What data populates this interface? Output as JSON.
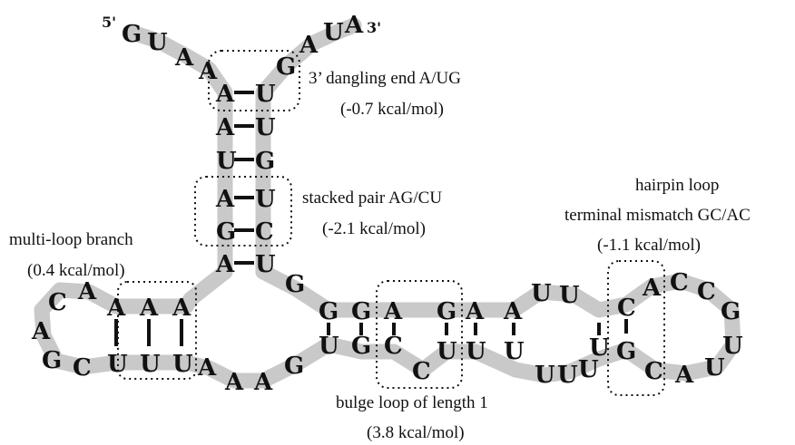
{
  "ends": {
    "five_prime": "5'",
    "three_prime": "3'"
  },
  "sequence": {
    "five_tail": [
      "G",
      "U",
      "A",
      "A"
    ],
    "stem1_left": [
      "A",
      "A",
      "U",
      "A",
      "G",
      "A"
    ],
    "stem1_right": [
      "U",
      "U",
      "G",
      "U",
      "C",
      "U"
    ],
    "three_tail": [
      "G",
      "A",
      "U",
      "A"
    ],
    "left_hairpin_top": [
      "A",
      "A",
      "A"
    ],
    "left_hairpin_bottom": [
      "U",
      "U",
      "U"
    ],
    "left_loop": [
      "C",
      "A",
      "A",
      "G",
      "C"
    ],
    "multiloop_bottom": [
      "A",
      "A",
      "A",
      "G"
    ],
    "right_branch_top": [
      "G",
      "G",
      "G",
      "A",
      "G",
      "A",
      "A",
      "C"
    ],
    "right_branch_bottom": [
      "U",
      "G",
      "C",
      "U",
      "U",
      "U",
      "U",
      "G"
    ],
    "bulge": "C",
    "interior_loop_top": [
      "U",
      "U"
    ],
    "interior_loop_bottom": [
      "U",
      "U",
      "U"
    ],
    "hairpin_loop": [
      "A",
      "C",
      "C",
      "G",
      "U",
      "U",
      "A",
      "C"
    ]
  },
  "annotations": {
    "dangling_end": {
      "line1": "3’ dangling end A/UG",
      "line2": "(-0.7 kcal/mol)"
    },
    "stacked_pair": {
      "line1": "stacked pair AG/CU",
      "line2": "(-2.1 kcal/mol)"
    },
    "multiloop_branch": {
      "line1": "multi-loop branch",
      "line2": "(0.4 kcal/mol)"
    },
    "hairpin_loop": {
      "line1": "hairpin loop",
      "line2": "terminal mismatch GC/AC",
      "line3": "(-1.1 kcal/mol)"
    },
    "bulge_loop": {
      "line1": "bulge loop of length 1",
      "line2": "(3.8 kcal/mol)"
    }
  }
}
